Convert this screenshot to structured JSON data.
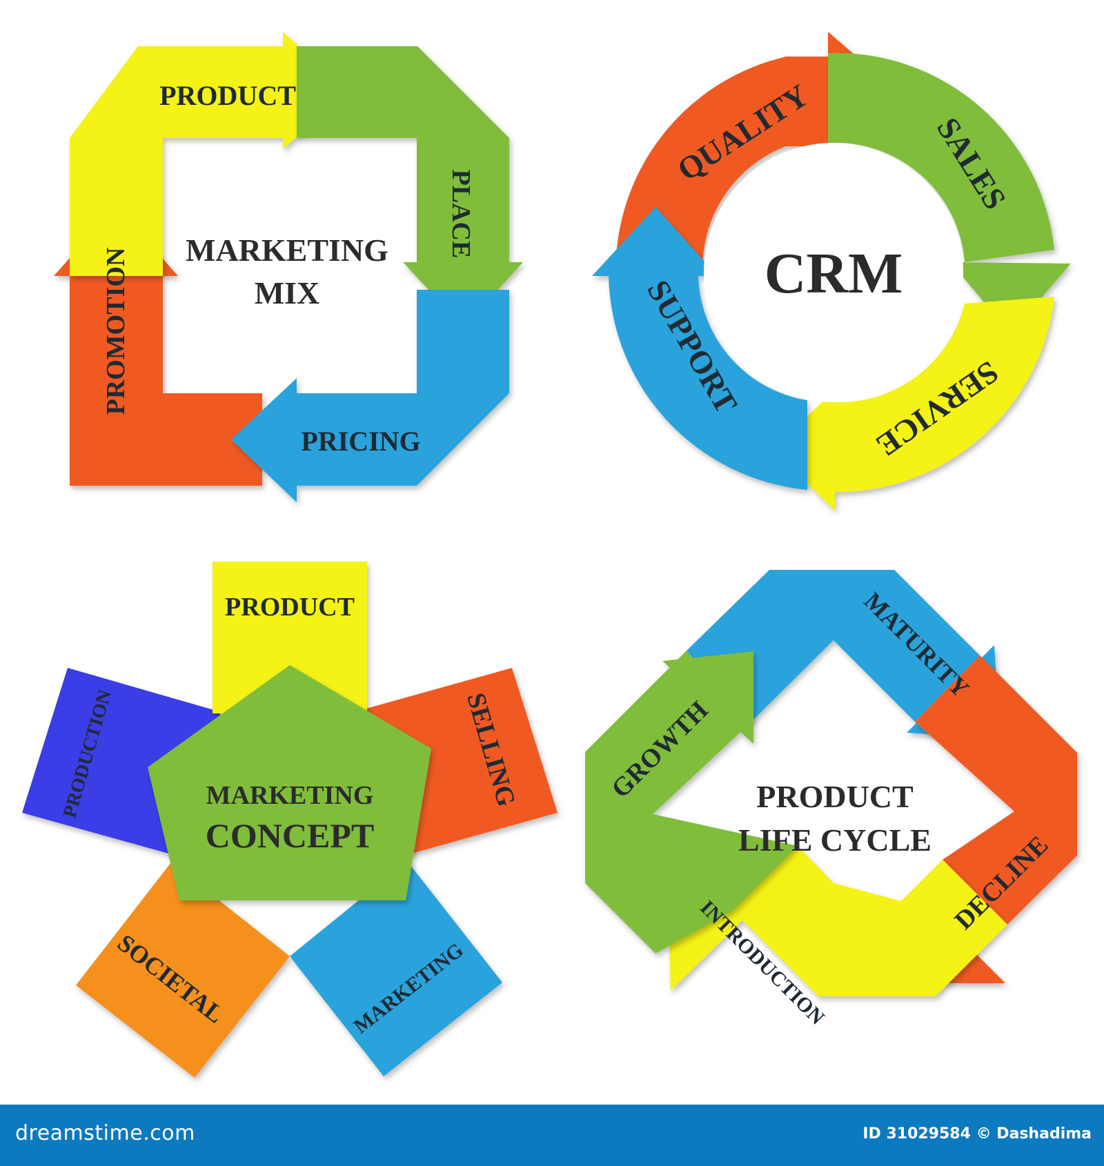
{
  "marketing_mix": {
    "title_line1": "MARKETING",
    "title_line2": "MIX",
    "segments": {
      "product": {
        "label": "PRODUCT",
        "color": "#f5f212"
      },
      "place": {
        "label": "PLACE",
        "color": "#80bd3b"
      },
      "pricing": {
        "label": "PRICING",
        "color": "#2ba3dc"
      },
      "promotion": {
        "label": "PROMOTION",
        "color": "#f05a22"
      }
    }
  },
  "crm": {
    "title": "CRM",
    "segments": {
      "quality": {
        "label": "QUALITY",
        "color": "#f05a22"
      },
      "sales": {
        "label": "SALES",
        "color": "#80bd3b"
      },
      "service": {
        "label": "SERVICE",
        "color": "#f5f212"
      },
      "support": {
        "label": "SUPPORT",
        "color": "#2ba3dc"
      }
    }
  },
  "marketing_concept": {
    "title_line1": "MARKETING",
    "title_line2": "CONCEPT",
    "center_color": "#80bd3b",
    "segments": {
      "product": {
        "label": "PRODUCT",
        "color": "#f5f212"
      },
      "selling": {
        "label": "SELLING",
        "color": "#f05a22"
      },
      "marketing": {
        "label": "MARKETING",
        "color": "#2ba3dc"
      },
      "societal": {
        "label": "SOCIETAL",
        "color": "#f5901e"
      },
      "production": {
        "label": "PRODUCTION",
        "color": "#3b3ee6"
      }
    }
  },
  "product_life_cycle": {
    "title_line1": "PRODUCT",
    "title_line2": "LIFE CYCLE",
    "segments": {
      "maturity": {
        "label": "MATURITY",
        "color": "#2ba3dc"
      },
      "decline": {
        "label": "DECLINE",
        "color": "#f05a22"
      },
      "introduction": {
        "label": "INTRODUCTION",
        "color": "#f5f212"
      },
      "growth": {
        "label": "GROWTH",
        "color": "#80bd3b"
      }
    }
  },
  "footer": {
    "site": "dreamstime.com",
    "credit": "ID 31029584 © Dashadima"
  }
}
